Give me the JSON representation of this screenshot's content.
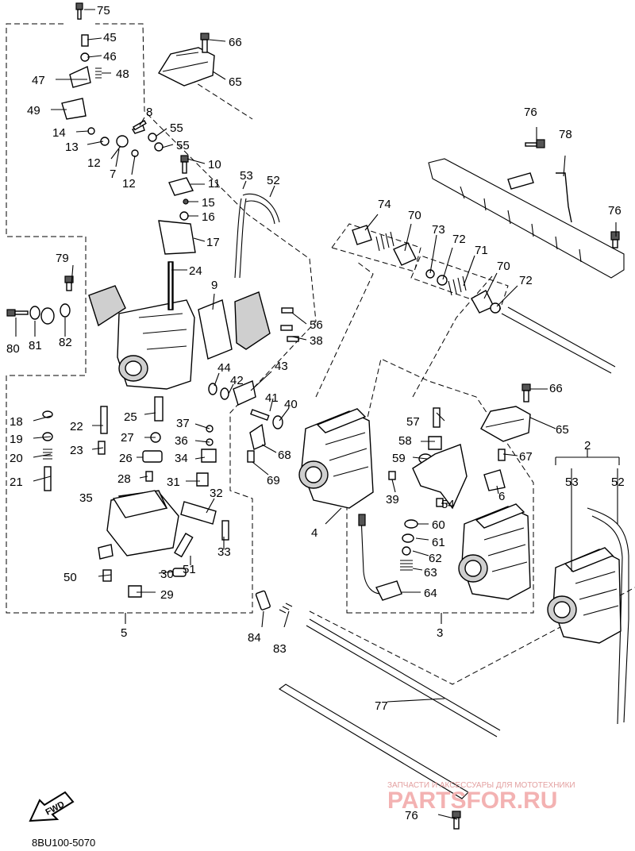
{
  "diagram": {
    "drawing_code": "8BU100-5070",
    "direction_badge": "FWD",
    "watermark": {
      "brand": "PARTSFOR.RU",
      "tagline": "ЗАПЧАСТИ И АКСЕССУАРЫ ДЛЯ МОТОТЕХНИКИ"
    },
    "callouts": [
      {
        "id": "c75a",
        "text": "75"
      },
      {
        "id": "c45",
        "text": "45"
      },
      {
        "id": "c46",
        "text": "46"
      },
      {
        "id": "c47",
        "text": "47"
      },
      {
        "id": "c48",
        "text": "48"
      },
      {
        "id": "c49",
        "text": "49"
      },
      {
        "id": "c14",
        "text": "14"
      },
      {
        "id": "c13",
        "text": "13"
      },
      {
        "id": "c12a",
        "text": "12"
      },
      {
        "id": "c7",
        "text": "7"
      },
      {
        "id": "c12b",
        "text": "12"
      },
      {
        "id": "c8",
        "text": "8"
      },
      {
        "id": "c55a",
        "text": "55"
      },
      {
        "id": "c55b",
        "text": "55"
      },
      {
        "id": "c10",
        "text": "10"
      },
      {
        "id": "c11",
        "text": "11"
      },
      {
        "id": "c15",
        "text": "15"
      },
      {
        "id": "c16",
        "text": "16"
      },
      {
        "id": "c17",
        "text": "17"
      },
      {
        "id": "c24",
        "text": "24"
      },
      {
        "id": "c66a",
        "text": "66"
      },
      {
        "id": "c65a",
        "text": "65"
      },
      {
        "id": "c53a",
        "text": "53"
      },
      {
        "id": "c52a",
        "text": "52"
      },
      {
        "id": "c9",
        "text": "9"
      },
      {
        "id": "c56",
        "text": "56"
      },
      {
        "id": "c38",
        "text": "38"
      },
      {
        "id": "c79",
        "text": "79"
      },
      {
        "id": "c80",
        "text": "80"
      },
      {
        "id": "c81",
        "text": "81"
      },
      {
        "id": "c82",
        "text": "82"
      },
      {
        "id": "c44",
        "text": "44"
      },
      {
        "id": "c42",
        "text": "42"
      },
      {
        "id": "c43",
        "text": "43"
      },
      {
        "id": "c41",
        "text": "41"
      },
      {
        "id": "c40",
        "text": "40"
      },
      {
        "id": "c68",
        "text": "68"
      },
      {
        "id": "c69",
        "text": "69"
      },
      {
        "id": "c18",
        "text": "18"
      },
      {
        "id": "c19",
        "text": "19"
      },
      {
        "id": "c20",
        "text": "20"
      },
      {
        "id": "c21",
        "text": "21"
      },
      {
        "id": "c22",
        "text": "22"
      },
      {
        "id": "c23",
        "text": "23"
      },
      {
        "id": "c25",
        "text": "25"
      },
      {
        "id": "c27",
        "text": "27"
      },
      {
        "id": "c26",
        "text": "26"
      },
      {
        "id": "c28",
        "text": "28"
      },
      {
        "id": "c37",
        "text": "37"
      },
      {
        "id": "c36",
        "text": "36"
      },
      {
        "id": "c34",
        "text": "34"
      },
      {
        "id": "c31",
        "text": "31"
      },
      {
        "id": "c35",
        "text": "35"
      },
      {
        "id": "c32",
        "text": "32"
      },
      {
        "id": "c33",
        "text": "33"
      },
      {
        "id": "c50",
        "text": "50"
      },
      {
        "id": "c30",
        "text": "30"
      },
      {
        "id": "c51",
        "text": "51"
      },
      {
        "id": "c29",
        "text": "29"
      },
      {
        "id": "c5",
        "text": "5"
      },
      {
        "id": "c76a",
        "text": "76"
      },
      {
        "id": "c78",
        "text": "78"
      },
      {
        "id": "c76b",
        "text": "76"
      },
      {
        "id": "c74",
        "text": "74"
      },
      {
        "id": "c70a",
        "text": "70"
      },
      {
        "id": "c73",
        "text": "73"
      },
      {
        "id": "c72a",
        "text": "72"
      },
      {
        "id": "c71",
        "text": "71"
      },
      {
        "id": "c70b",
        "text": "70"
      },
      {
        "id": "c72b",
        "text": "72"
      },
      {
        "id": "c66b",
        "text": "66"
      },
      {
        "id": "c65b",
        "text": "65"
      },
      {
        "id": "c57",
        "text": "57"
      },
      {
        "id": "c58",
        "text": "58"
      },
      {
        "id": "c59",
        "text": "59"
      },
      {
        "id": "c67",
        "text": "67"
      },
      {
        "id": "c39",
        "text": "39"
      },
      {
        "id": "c54",
        "text": "54"
      },
      {
        "id": "c6",
        "text": "6"
      },
      {
        "id": "c60",
        "text": "60"
      },
      {
        "id": "c61",
        "text": "61"
      },
      {
        "id": "c62",
        "text": "62"
      },
      {
        "id": "c63",
        "text": "63"
      },
      {
        "id": "c64",
        "text": "64"
      },
      {
        "id": "c4",
        "text": "4"
      },
      {
        "id": "c3",
        "text": "3"
      },
      {
        "id": "c2",
        "text": "2"
      },
      {
        "id": "c53b",
        "text": "53"
      },
      {
        "id": "c52b",
        "text": "52"
      },
      {
        "id": "c84",
        "text": "84"
      },
      {
        "id": "c83",
        "text": "83"
      },
      {
        "id": "c77",
        "text": "77"
      },
      {
        "id": "c76c",
        "text": "76"
      }
    ]
  }
}
